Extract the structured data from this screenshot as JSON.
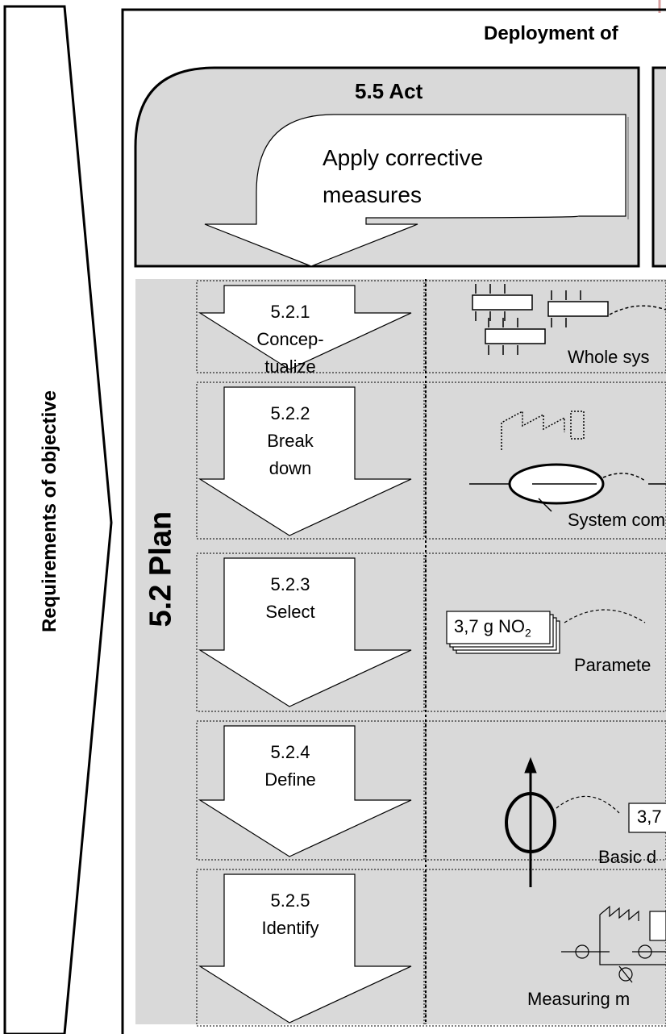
{
  "side_label": "Requirements of objective",
  "header": {
    "title": "Deployment of"
  },
  "act": {
    "title": "5.5 Act",
    "description_line1": "Apply corrective",
    "description_line2": "measures"
  },
  "plan": {
    "title": "5.2 Plan",
    "steps": [
      {
        "number": "5.2.1",
        "line1": "Concep-",
        "line2": "tualize",
        "caption": "Whole sys"
      },
      {
        "number": "5.2.2",
        "line1": "Break",
        "line2": "down",
        "caption": "System compo"
      },
      {
        "number": "5.2.3",
        "line1": "Select",
        "line2": "",
        "caption": "Paramete"
      },
      {
        "number": "5.2.4",
        "line1": "Define",
        "line2": "",
        "caption": "Basic d"
      },
      {
        "number": "5.2.5",
        "line1": "Identify",
        "line2": "",
        "caption": "Measuring m"
      }
    ]
  },
  "illustrations": {
    "parameter_card": {
      "value": "3,7 g NO",
      "subscript": "2"
    },
    "basic_card_fragment": "3,7"
  },
  "colors": {
    "panel_grey": "#d9d9d9",
    "line": "#000000",
    "accent_red": "#d9a0a0"
  }
}
